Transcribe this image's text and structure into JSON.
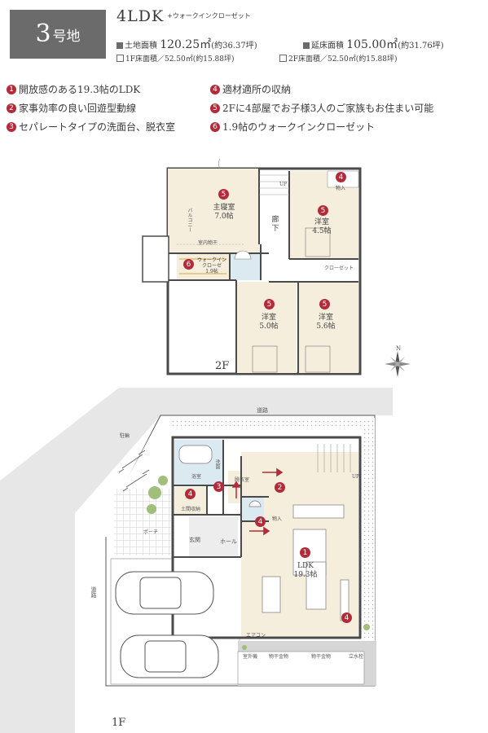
{
  "header": {
    "lot_number": "3",
    "lot_suffix": "号地",
    "layout": "4LDK",
    "layout_note": "+ウォークインクローゼット"
  },
  "specs": {
    "land_label": "土地面積",
    "land_value": "120.25㎡",
    "land_tsubo": "(約36.37坪)",
    "floor_label": "延床面積",
    "floor_value": "105.00㎡",
    "floor_tsubo": "(約31.76坪)",
    "f1_text": "1F床面積／52.50㎡(約15.88坪)",
    "f2_text": "2F床面積／52.50㎡(約15.88坪)"
  },
  "features": [
    {
      "num": "1",
      "text": "開放感のある19.3帖のLDK"
    },
    {
      "num": "2",
      "text": "家事効率の良い回遊型動線"
    },
    {
      "num": "3",
      "text": "セパレートタイプの洗面台、脱衣室"
    },
    {
      "num": "4",
      "text": "適材適所の収納"
    },
    {
      "num": "5",
      "text": "2Fに4部屋でお子様3人のご家族もお住まい可能"
    },
    {
      "num": "6",
      "text": "1.9帖のウォークインクローゼット"
    }
  ],
  "floor2": {
    "label": "2F",
    "master": "主寝室\n7.0帖",
    "room_a": "洋室\n4.5帖",
    "room_b": "洋室\n5.0帖",
    "room_c": "洋室\n5.6帖",
    "hall": "廊\n下",
    "wic": "ウォークイン\nクローゼ\n1.9帖",
    "storage": "物入",
    "up": "UP",
    "dry": "室内物干",
    "balcony": "バルコニー",
    "closet": "クローゼット"
  },
  "floor1": {
    "label": "1F",
    "road_top": "道路",
    "road_left": "道路",
    "ldk": "LDK\n19.3帖",
    "bath": "浴室",
    "dressing": "脱衣室",
    "wash": "洗面",
    "entrance": "玄関",
    "hall": "ホール",
    "storage": "物入",
    "shoes": "土間収納",
    "porch": "ポーチ",
    "parking": "駐輪",
    "aircon": "エアコン",
    "up": "UP",
    "dryer": "物干金物",
    "unit": "室外機",
    "faucet": "立水栓",
    "north": "N"
  },
  "colors": {
    "accent": "#b32a39",
    "label_box": "#6b6b6b",
    "room_fill": "#f5eedd",
    "water_fill": "#dbe9f1",
    "tile_fill": "#cfcfcf"
  }
}
